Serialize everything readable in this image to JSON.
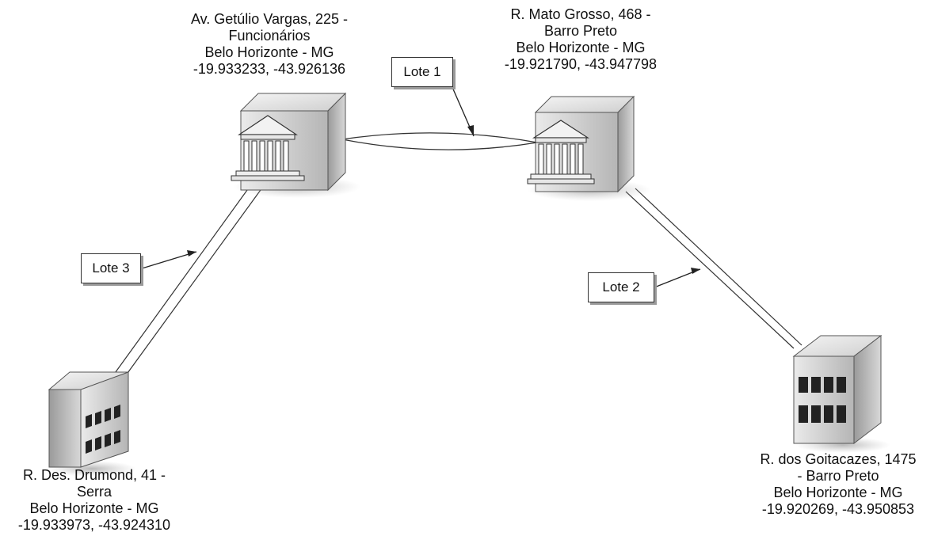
{
  "nodes": [
    {
      "id": "getulio",
      "lines": [
        "Av. Getúlio Vargas, 225 -",
        "Funcionários",
        "Belo Horizonte - MG",
        "-19.933233, -43.926136"
      ]
    },
    {
      "id": "mato-grosso",
      "lines": [
        "R. Mato Grosso, 468 -",
        "Barro Preto",
        "Belo Horizonte - MG",
        "-19.921790, -43.947798"
      ]
    },
    {
      "id": "drumond",
      "lines": [
        "R. Des. Drumond, 41 -",
        "Serra",
        "Belo Horizonte - MG",
        "-19.933973, -43.924310"
      ]
    },
    {
      "id": "goitacazes",
      "lines": [
        "R. dos Goitacazes, 1475",
        "- Barro Preto",
        "Belo Horizonte - MG",
        "-19.920269, -43.950853"
      ]
    }
  ],
  "links": [
    {
      "label": "Lote 1",
      "from": "getulio",
      "to": "mato-grosso"
    },
    {
      "label": "Lote 2",
      "from": "mato-grosso",
      "to": "goitacazes"
    },
    {
      "label": "Lote 3",
      "from": "getulio",
      "to": "drumond"
    }
  ],
  "icons": {
    "getulio": "bank-server-icon",
    "mato-grosso": "bank-server-icon",
    "drumond": "office-building-icon",
    "goitacazes": "office-building-icon"
  }
}
